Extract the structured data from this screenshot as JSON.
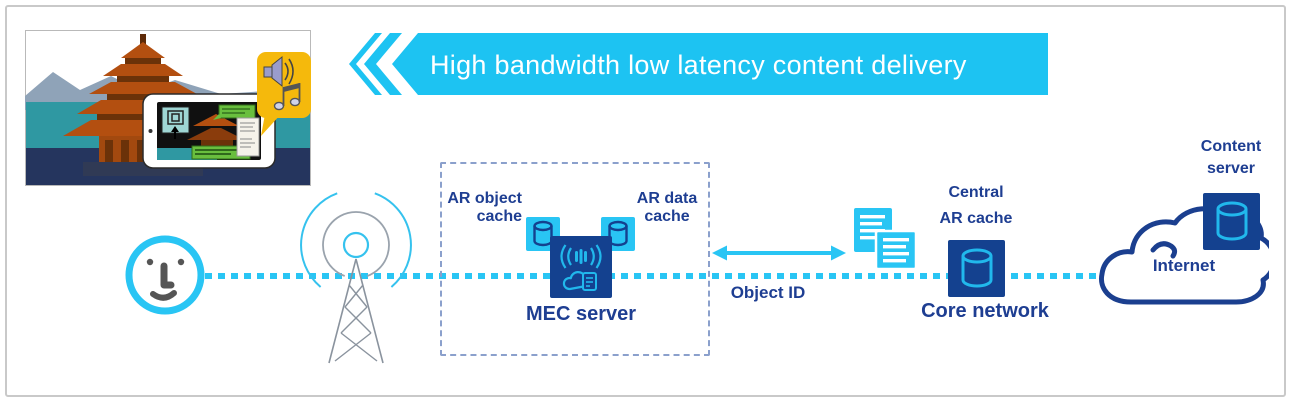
{
  "banner": {
    "title": "High bandwidth low latency content delivery"
  },
  "scene_image": {
    "description": "pagoda-temple-with-ar-tablet-overlay"
  },
  "edge": {
    "ar_object_cache_line1": "AR object",
    "ar_object_cache_line2": "cache",
    "ar_data_cache_line1": "AR data",
    "ar_data_cache_line2": "cache",
    "mec_server_label": "MEC server"
  },
  "link": {
    "object_id_label": "Object ID"
  },
  "core": {
    "central_cache_line1": "Central",
    "central_cache_line2": "AR cache",
    "core_network_label": "Core network"
  },
  "internet": {
    "cloud_label": "Internet",
    "content_server_line1": "Content",
    "content_server_line2": "server"
  },
  "colors": {
    "cyan_accent": "#29c5f4",
    "navy": "#14418f",
    "label_blue": "#1e3e92",
    "dashed_border": "#8ba0cc",
    "tower_gray": "#8a939e",
    "bubble_yellow": "#f5b90c"
  },
  "icons": [
    "user-face-icon",
    "cell-tower-icon",
    "database-icon",
    "mec-server-icon",
    "documents-icon",
    "cloud-icon",
    "double-arrow-icon",
    "chevron-left-icon",
    "speaker-icon",
    "music-note-icon"
  ]
}
